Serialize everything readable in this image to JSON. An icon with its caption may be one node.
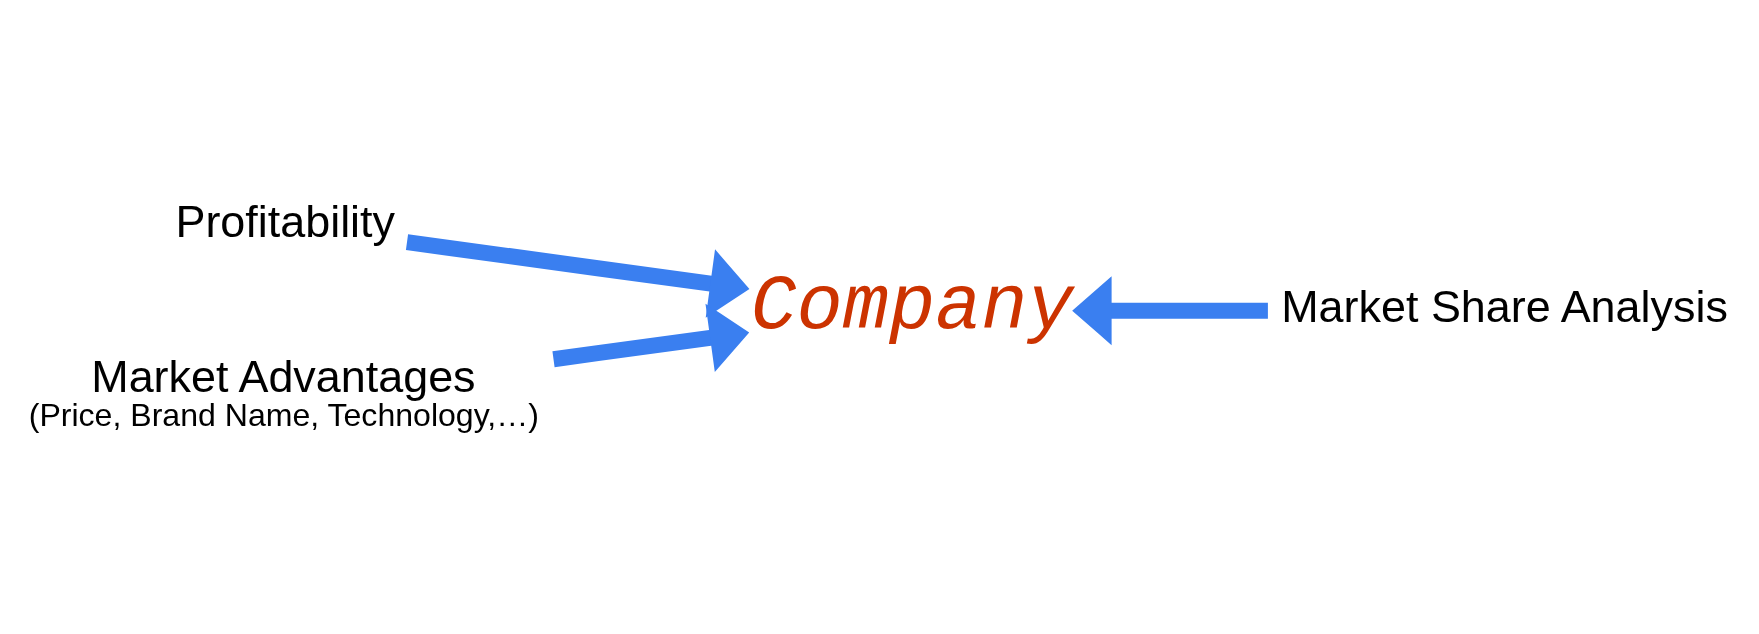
{
  "diagram": {
    "nodes": [
      {
        "text": [
          "Profitability"
        ]
      },
      {
        "text": [
          "Market Share Analysis"
        ]
      },
      {
        "text": [
          "Market Advantages",
          "(Price, Brand Name, Technology,…)"
        ]
      },
      {
        "text": [
          "Company"
        ]
      }
    ],
    "edges": [
      {
        "from": 0,
        "to": 3,
        "arrow": "to"
      },
      {
        "from": 2,
        "to": 3,
        "arrow": "to"
      },
      {
        "from": 1,
        "to": 3,
        "arrow": "to"
      }
    ]
  }
}
